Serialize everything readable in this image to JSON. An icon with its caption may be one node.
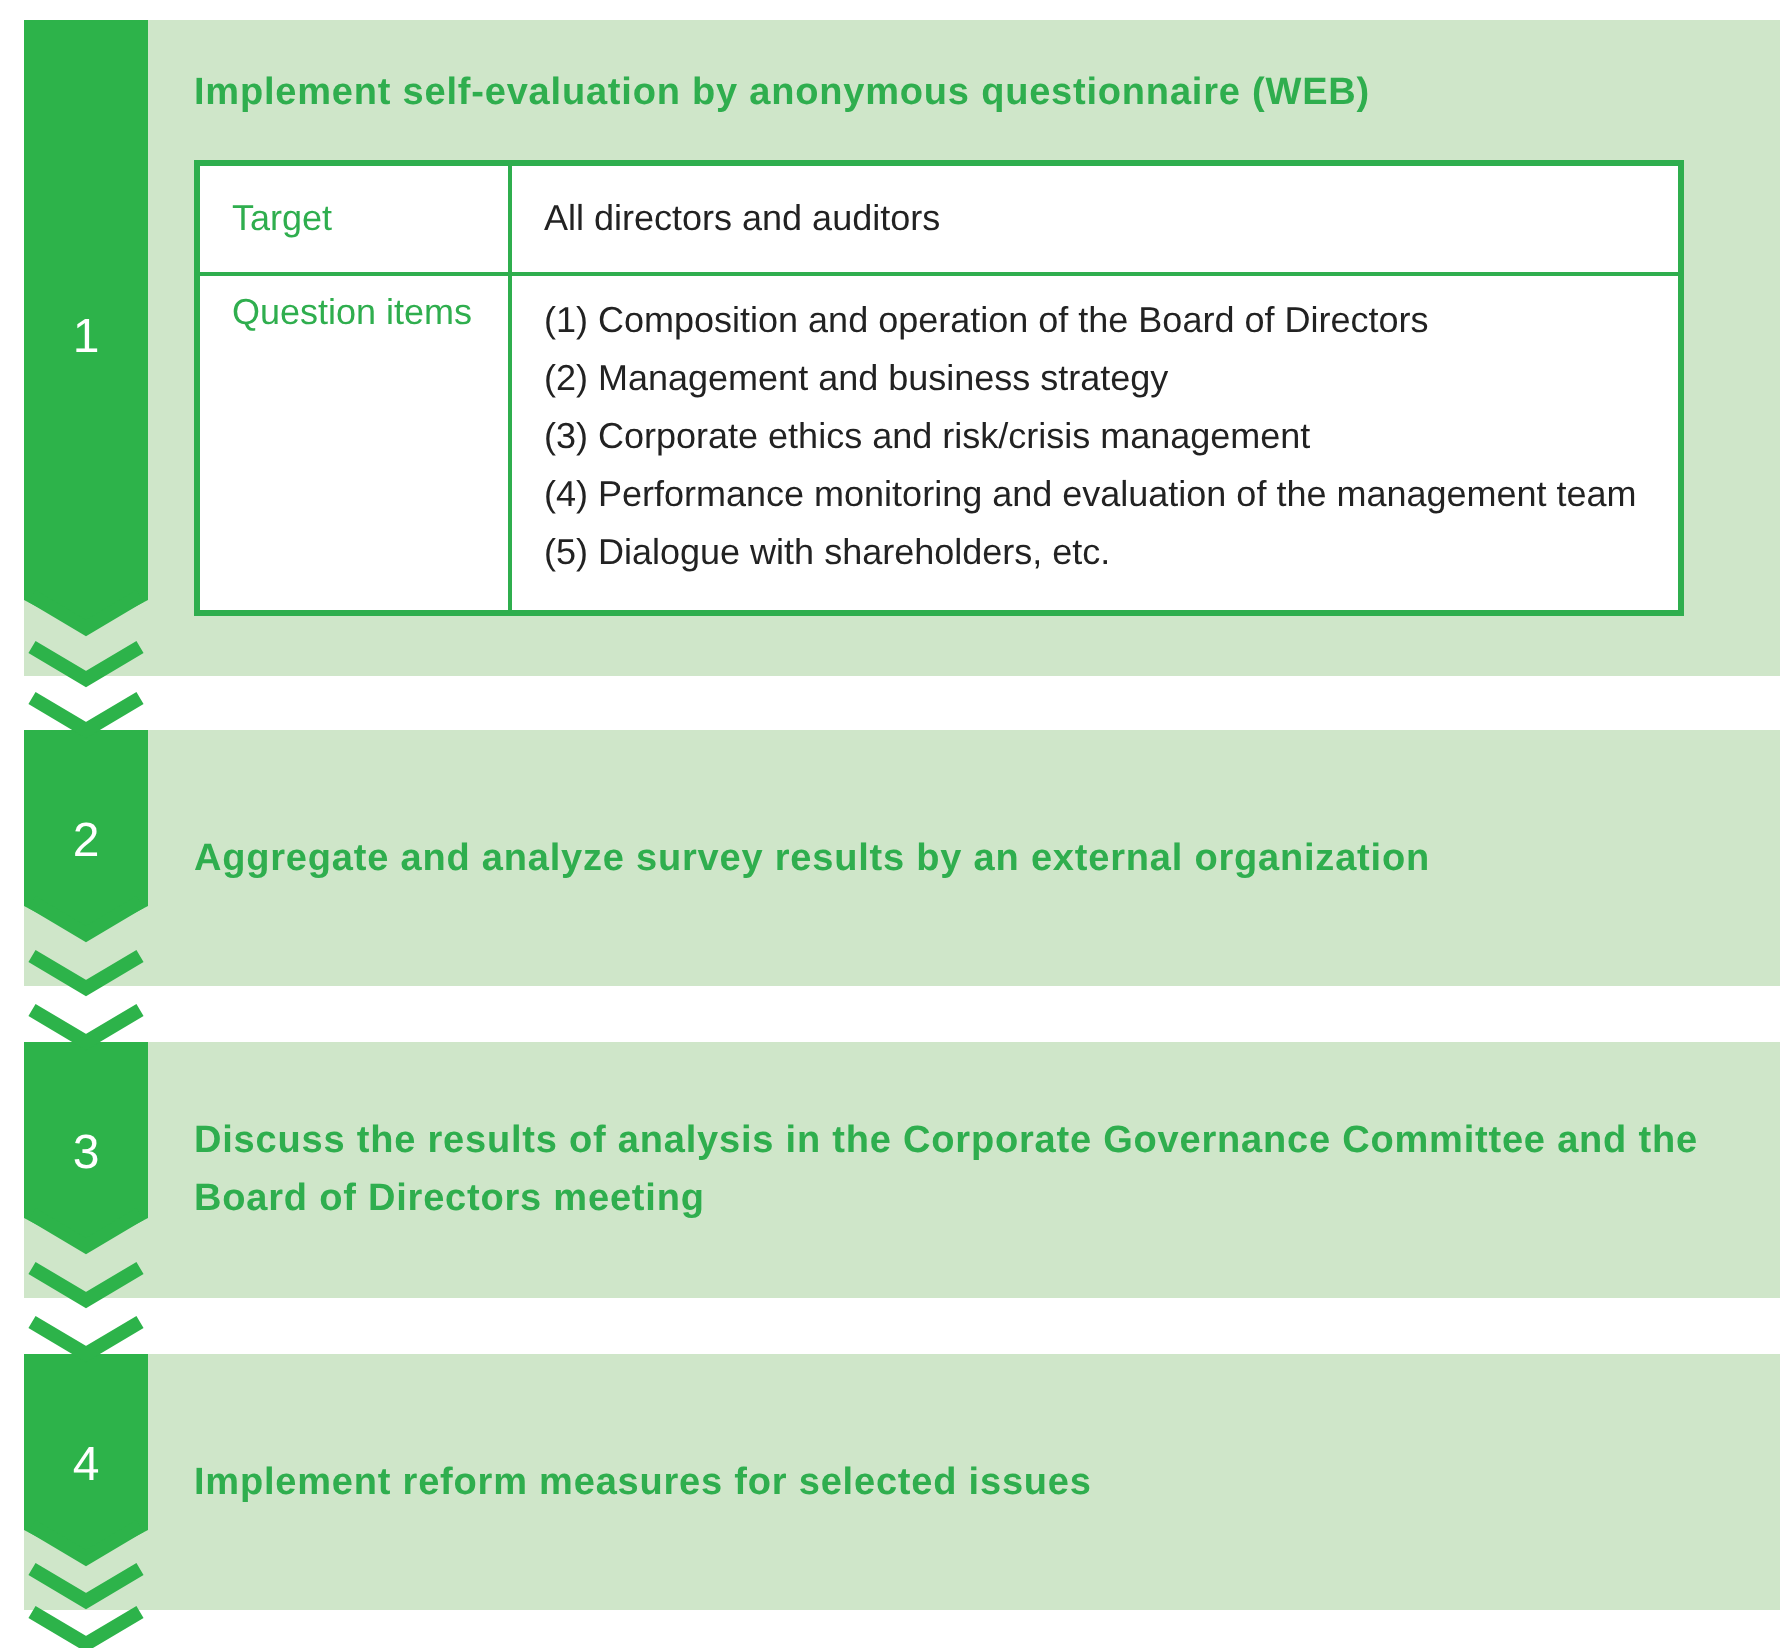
{
  "diagram": {
    "nodes": [
      {
        "text": [
          "Implement self-evaluation by anonymous questionnaire (WEB)"
        ]
      },
      {
        "text": [
          "1"
        ],
        "in": 0
      },
      {
        "text": [
          "Aggregate and analyze survey results by an external organization"
        ]
      },
      {
        "text": [
          "2"
        ],
        "in": 2
      },
      {
        "text": [
          "Discuss the results of analysis in the Corporate Governance Committee and the Board of Directors meeting"
        ]
      },
      {
        "text": [
          "3"
        ],
        "in": 4
      },
      {
        "text": [
          "Implement reform measures for selected issues"
        ]
      },
      {
        "text": [
          "4"
        ],
        "in": 6
      }
    ],
    "edges": [
      {
        "from": 1,
        "to": 3,
        "arrow": "to"
      },
      {
        "from": 3,
        "to": 5,
        "arrow": "to"
      },
      {
        "from": 5,
        "to": 7,
        "arrow": "to"
      },
      {
        "from": 7,
        "to": null,
        "arrow": "to"
      }
    ],
    "labels": [
      "Target",
      "All directors and auditors",
      "Question items",
      "(1) Composition and operation of the Board of Directors",
      "(2) Management and business strategy",
      "(3) Corporate ethics and risk/crisis management",
      "(4) Performance monitoring and evaluation of the management team",
      "(5) Dialogue with shareholders, etc."
    ]
  }
}
